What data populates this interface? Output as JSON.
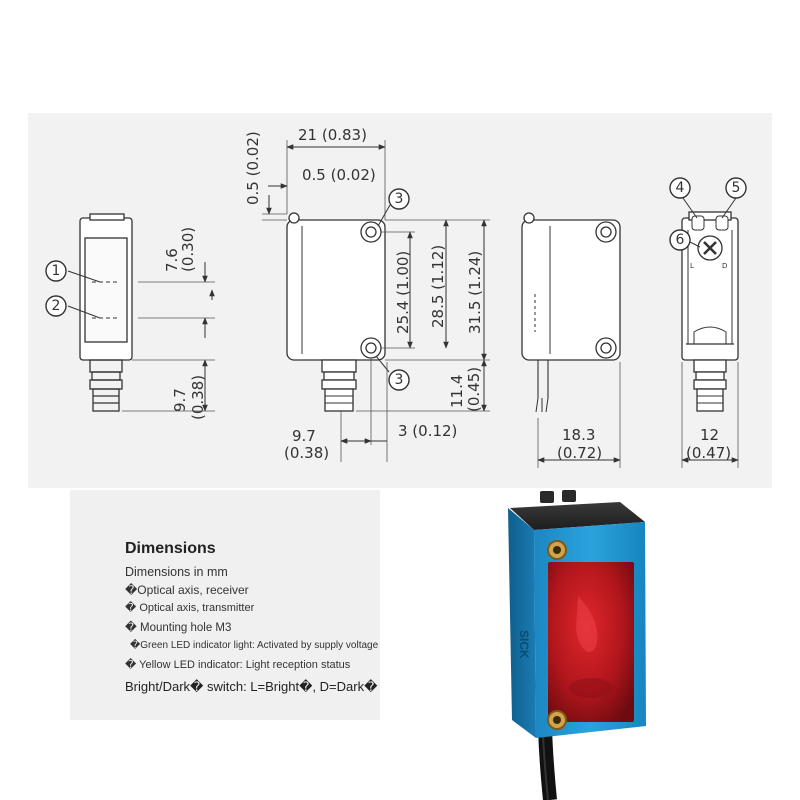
{
  "drawing": {
    "callouts": [
      "1",
      "2",
      "3",
      "4",
      "5",
      "6"
    ],
    "dimensions": {
      "d21": "21 (0.83)",
      "d05v": "0.5 (0.02)",
      "d05h": "0.5 (0.02)",
      "d76": "7.6",
      "d76in": "(0.30)",
      "d97l": "9.7",
      "d97lin": "(0.38)",
      "d254": "25.4 (1.00)",
      "d285": "28.5 (1.12)",
      "d315": "31.5 (1.24)",
      "d114": "11.4",
      "d114in": "(0.45)",
      "d97b": "9.7",
      "d97bin": "(0.38)",
      "d3": "3 (0.12)",
      "d183": "18.3",
      "d183in": "(0.72)",
      "d12": "12",
      "d12in": "(0.47)"
    },
    "switch_letters": {
      "left": "L",
      "right": "D"
    }
  },
  "legend": {
    "title": "Dimensions",
    "units": "Dimensions in mm",
    "items": [
      "�Optical axis, receiver",
      "� Optical axis, transmitter",
      "� Mounting hole M3",
      "�Green LED indicator light: Activated by supply voltage",
      "� Yellow LED indicator: Light reception status",
      "Bright/Dark� switch: L=Bright�, D=Dark�"
    ]
  },
  "product": {
    "brand": "SICK",
    "body_color": "#1e95cf",
    "lens_color": "#b0161c"
  }
}
